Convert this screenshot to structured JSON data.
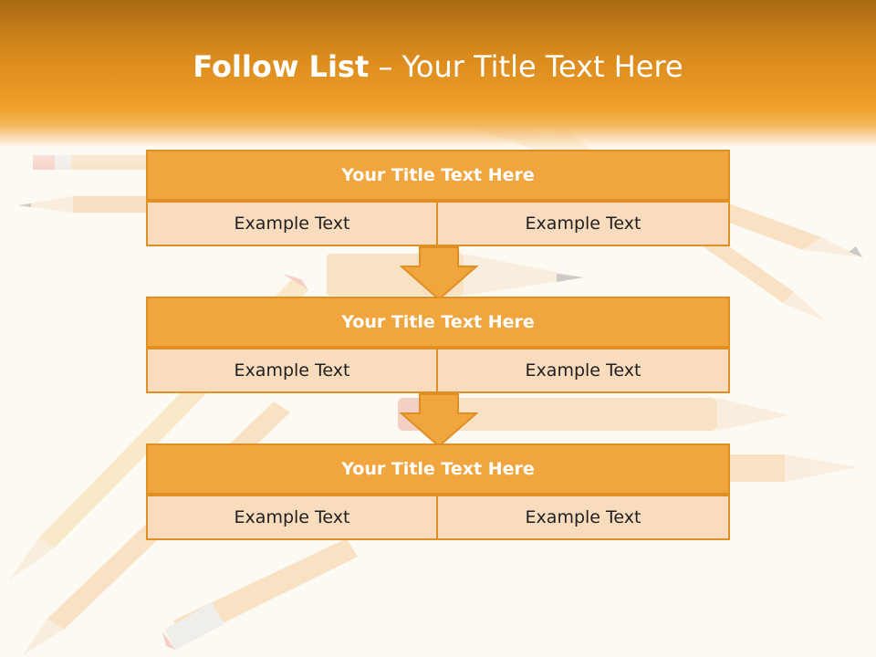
{
  "slide": {
    "title_bold": "Follow List",
    "title_rest": " – Your Title Text Here"
  },
  "colors": {
    "header_orange": "#eea02a",
    "box_header": "#f0a53f",
    "box_cell": "#f9dbbd",
    "border": "#e08f22",
    "background": "#fdfaf4"
  },
  "blocks": [
    {
      "title": "Your Title Text Here",
      "left": "Example Text",
      "right": "Example Text"
    },
    {
      "title": "Your Title Text Here",
      "left": "Example Text",
      "right": "Example Text"
    },
    {
      "title": "Your Title Text Here",
      "left": "Example Text",
      "right": "Example Text"
    }
  ],
  "background_image": "faded-pencils-illustration"
}
